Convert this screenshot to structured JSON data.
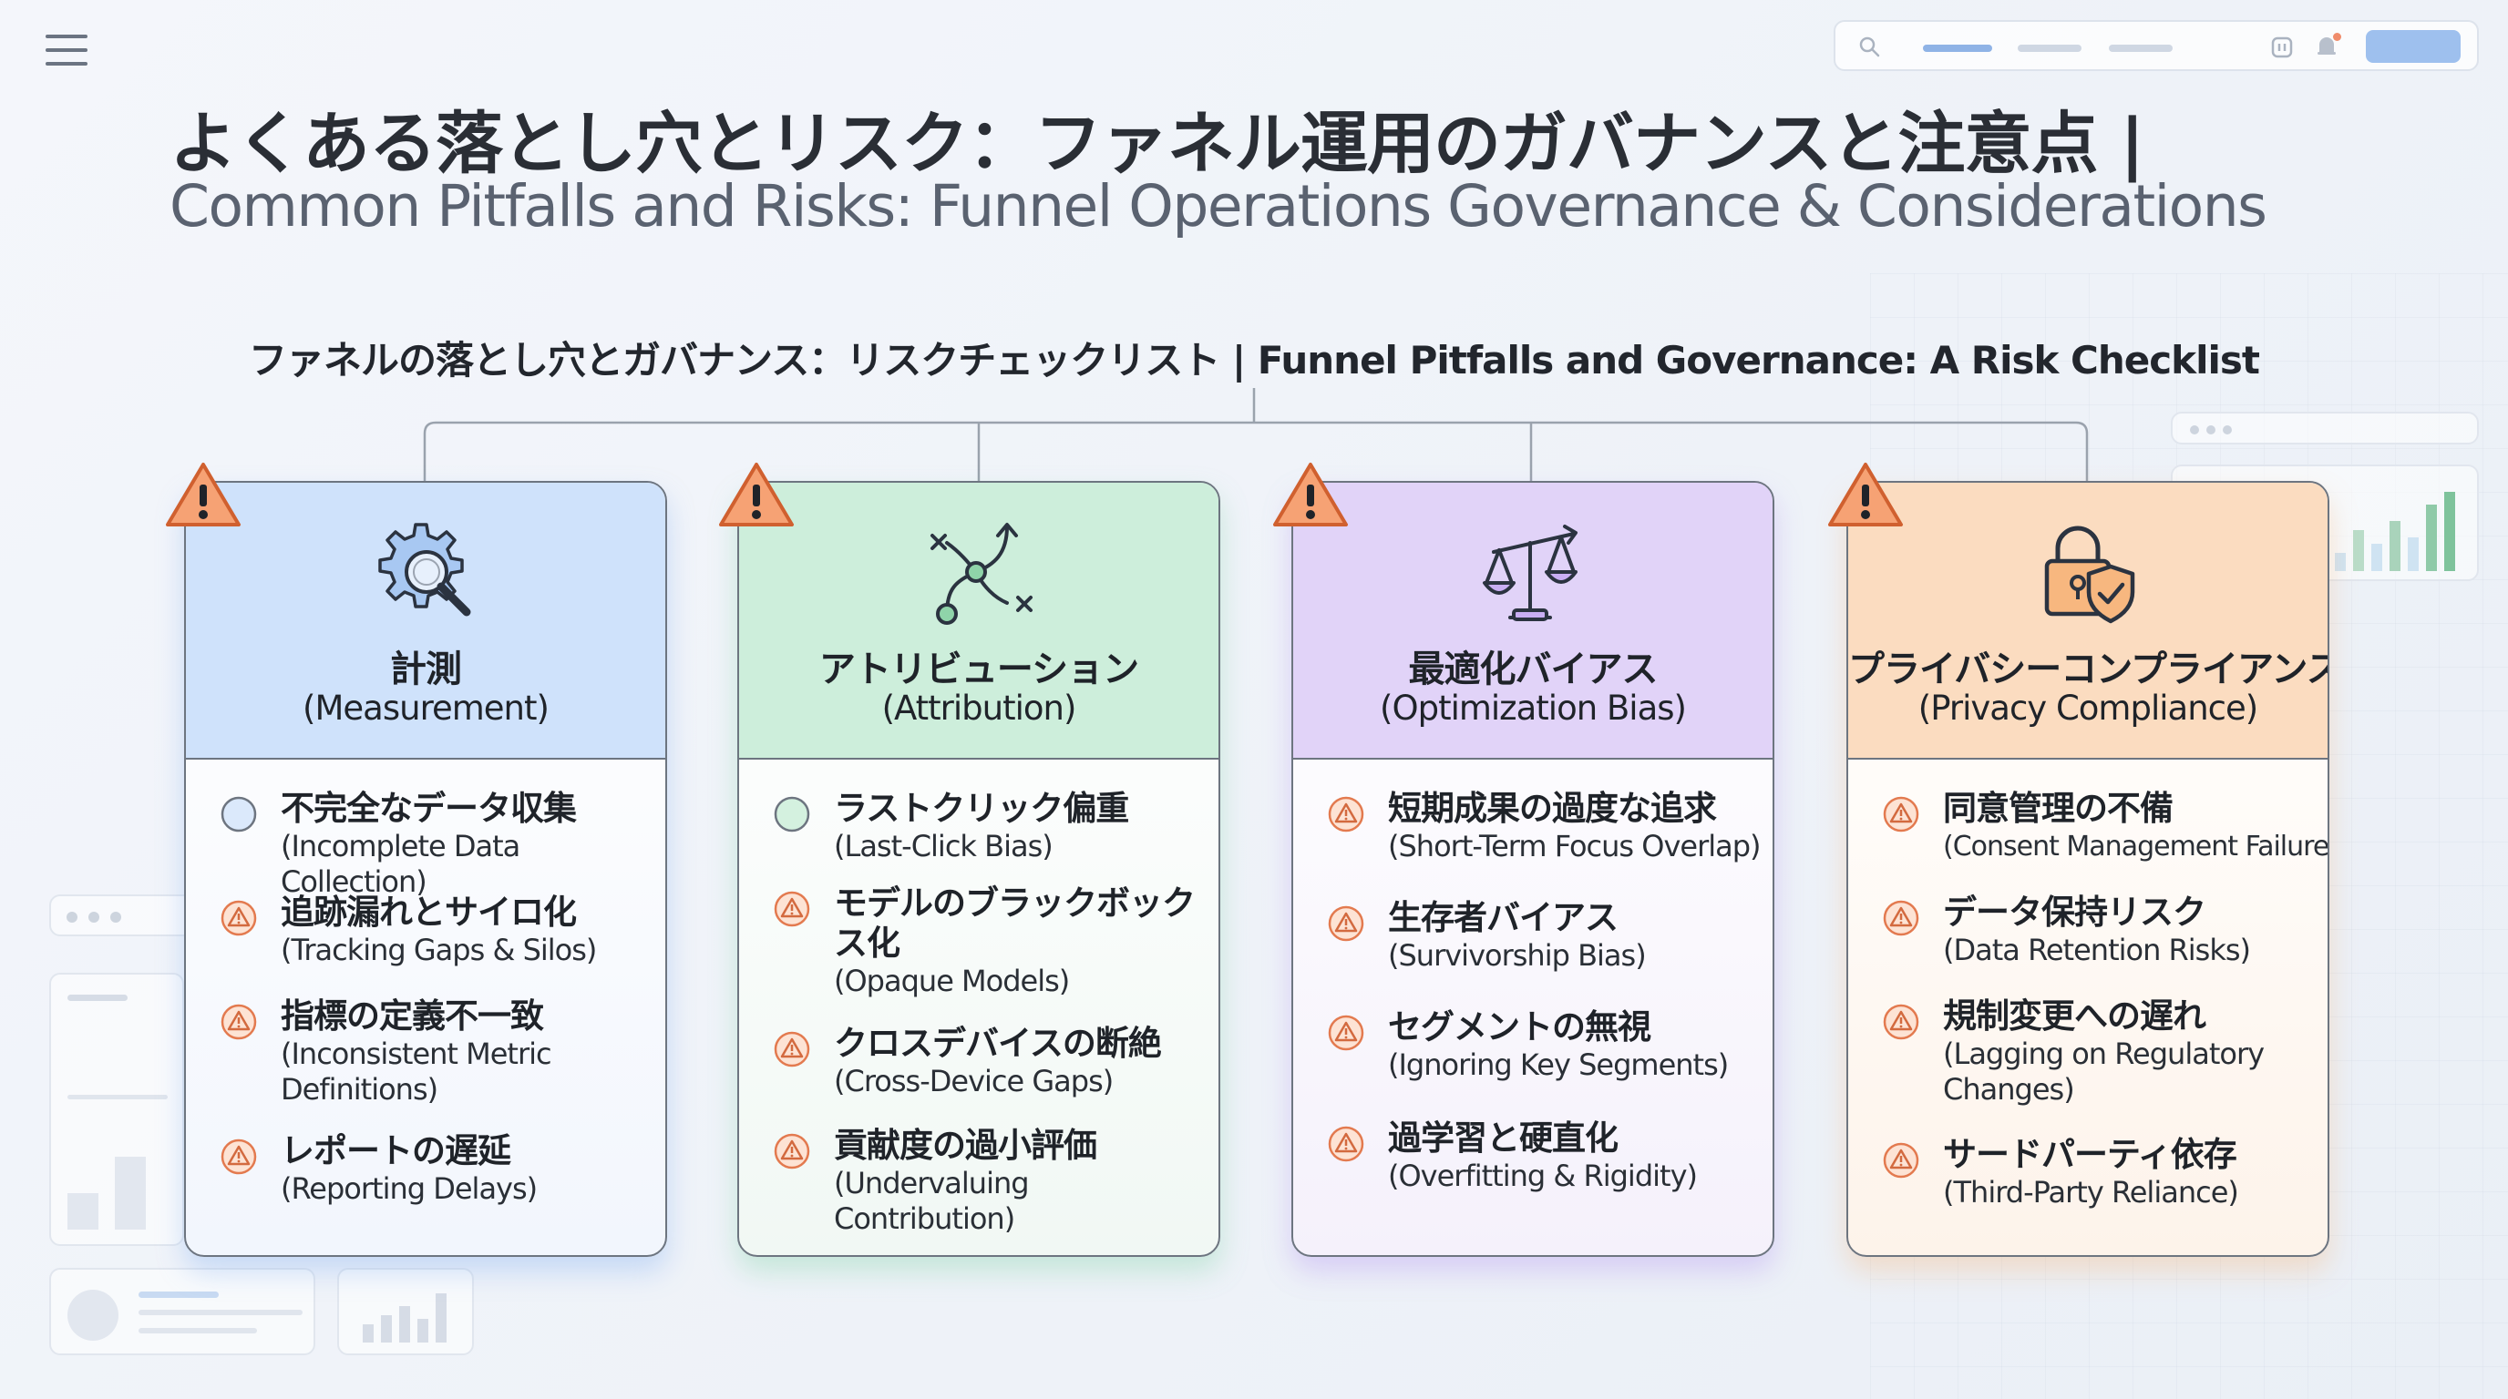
{
  "title": {
    "jp": "よくある落とし穴とリスク：ファネル運用のガバナンスと注意点 |",
    "en": "Common Pitfalls and Risks: Funnel Operations Governance & Considerations"
  },
  "subtitle": "ファネルの落とし穴とガバナンス：リスクチェックリスト | Funnel Pitfalls and Governance: A Risk Checklist",
  "colors": {
    "measurement": "#cfe2fb",
    "attribution": "#cdeedb",
    "optimization": "#e1d3f8",
    "privacy": "#fbdcc0",
    "warning": "#f08c5b",
    "blue_bullet": "#dbe9fb",
    "green_bullet": "#d4f1df"
  },
  "cards": [
    {
      "icon": "gear-magnifier-icon",
      "title_jp": "計測",
      "title_en": "(Measurement)",
      "items": [
        {
          "jp": "不完全なデータ収集",
          "en": "(Incomplete Data Collection)",
          "bullet": "circle"
        },
        {
          "jp": "追跡漏れとサイロ化",
          "en": "(Tracking Gaps & Silos)",
          "bullet": "warning"
        },
        {
          "jp": "指標の定義不一致",
          "en": "(Inconsistent Metric Definitions)",
          "bullet": "warning"
        },
        {
          "jp": "レポートの遅延",
          "en": "(Reporting Delays)",
          "bullet": "warning"
        }
      ]
    },
    {
      "icon": "branching-path-icon",
      "title_jp": "アトリビューション",
      "title_en": "(Attribution)",
      "items": [
        {
          "jp": "ラストクリック偏重",
          "en": "(Last-Click Bias)",
          "bullet": "circle"
        },
        {
          "jp": "モデルのブラックボックス化",
          "en": "(Opaque Models)",
          "bullet": "warning"
        },
        {
          "jp": "クロスデバイスの断絶",
          "en": "(Cross-Device Gaps)",
          "bullet": "warning"
        },
        {
          "jp": "貢献度の過小評価",
          "en": "(Undervaluing Contribution)",
          "bullet": "warning"
        }
      ]
    },
    {
      "icon": "balance-scale-icon",
      "title_jp": "最適化バイアス",
      "title_en": "(Optimization Bias)",
      "items": [
        {
          "jp": "短期成果の過度な追求",
          "en": "(Short-Term Focus Overlap)",
          "bullet": "warning"
        },
        {
          "jp": "生存者バイアス",
          "en": "(Survivorship Bias)",
          "bullet": "warning"
        },
        {
          "jp": "セグメントの無視",
          "en": "(Ignoring Key Segments)",
          "bullet": "warning"
        },
        {
          "jp": "過学習と硬直化",
          "en": "(Overfitting & Rigidity)",
          "bullet": "warning"
        }
      ]
    },
    {
      "icon": "lock-shield-icon",
      "title_jp": "プライバシーコンプライアンス",
      "title_en": "(Privacy Compliance)",
      "items": [
        {
          "jp": "同意管理の不備",
          "en": "(Consent Management Failures)",
          "bullet": "warning"
        },
        {
          "jp": "データ保持リスク",
          "en": "(Data Retention Risks)",
          "bullet": "warning"
        },
        {
          "jp": "規制変更への遅れ",
          "en": "(Lagging on Regulatory Changes)",
          "bullet": "warning"
        },
        {
          "jp": "サードパーティ依存",
          "en": "(Third-Party Reliance)",
          "bullet": "warning"
        }
      ]
    }
  ]
}
